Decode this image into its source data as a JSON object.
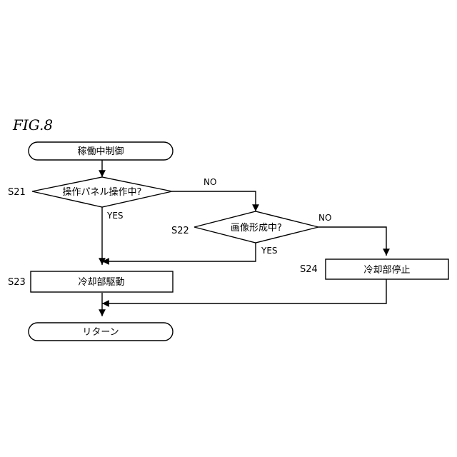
{
  "figure_label": "FIG.8",
  "nodes": {
    "start": "稼働中制御",
    "d1": "操作パネル操作中?",
    "d2": "画像形成中?",
    "p1": "冷却部駆動",
    "p2": "冷却部停止",
    "end": "リターン"
  },
  "steps": {
    "s21": "S21",
    "s22": "S22",
    "s23": "S23",
    "s24": "S24"
  },
  "branches": {
    "d1_no": "NO",
    "d1_yes": "YES",
    "d2_no": "NO",
    "d2_yes": "YES"
  }
}
